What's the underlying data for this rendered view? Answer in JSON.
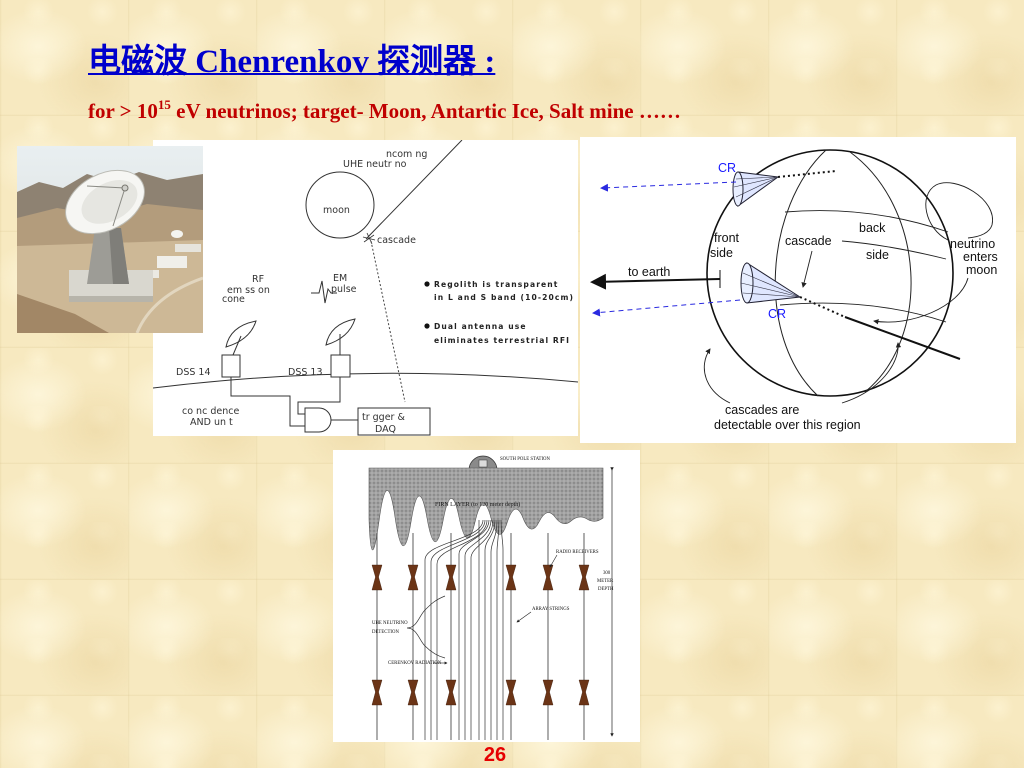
{
  "slide": {
    "title": "电磁波 Chenrenkov 探测器 :",
    "subtitle": {
      "before_sup": "for > 10",
      "sup": "15",
      "after_sup": " eV neutrinos; target- Moon, Antartic Ice, Salt mine ……"
    },
    "page_number": "26"
  },
  "colors": {
    "background": "#f7e9c0",
    "title": "#0000cc",
    "subtitle": "#c00000",
    "page_number": "#e60000",
    "cr_label": "#1a1aff",
    "receiver": "#6b3416"
  },
  "photo": {
    "icon": "radio-telescope-dish-photo"
  },
  "moon_diagram": {
    "incoming_line1": "ncom ng",
    "incoming_line2": "UHE neutr no",
    "moon": "moon",
    "cascade": "cascade",
    "rf_line1": "RF",
    "rf_line2": "em ss on",
    "rf_line3": "cone",
    "em_line1": "EM",
    "em_line2": "pulse",
    "bullets": [
      {
        "line1": "Regolith is transparent",
        "line2": "in L and S band (10-20cm)"
      },
      {
        "line1": "Dual antenna use",
        "line2": "eliminates terrestrial RFI"
      }
    ],
    "antenna_left": "DSS 14",
    "antenna_right": "DSS 13",
    "coincidence_line1": "co nc dence",
    "coincidence_line2": "AND un t",
    "trigger_line1": "tr gger &",
    "trigger_line2": "DAQ"
  },
  "cr_diagram": {
    "cr_top": "CR",
    "front_line1": "front",
    "front_line2": "side",
    "cascade": "cascade",
    "back_line1": "back",
    "back_line2": "side",
    "neutrino_line1": "neutrino",
    "neutrino_line2": "enters",
    "neutrino_line3": "moon",
    "to_earth": "to earth",
    "cr_bottom": "CR",
    "region_line1": "cascades are",
    "region_line2": "detectable over this region"
  },
  "ice_diagram": {
    "station": "SOUTH POLE STATION",
    "firn": "FIRN LAYER (to 120 meter depth)",
    "receivers": "RADIO RECEIVERS",
    "depth_line1": "300",
    "depth_line2": "METER",
    "depth_line3": "DEPTH",
    "strings": "ARRAY STRINGS",
    "detection_line1": "UHE NEUTRINO",
    "detection_line2": "DETECTION",
    "cerenkov": "CERENKOV RADIATION"
  }
}
